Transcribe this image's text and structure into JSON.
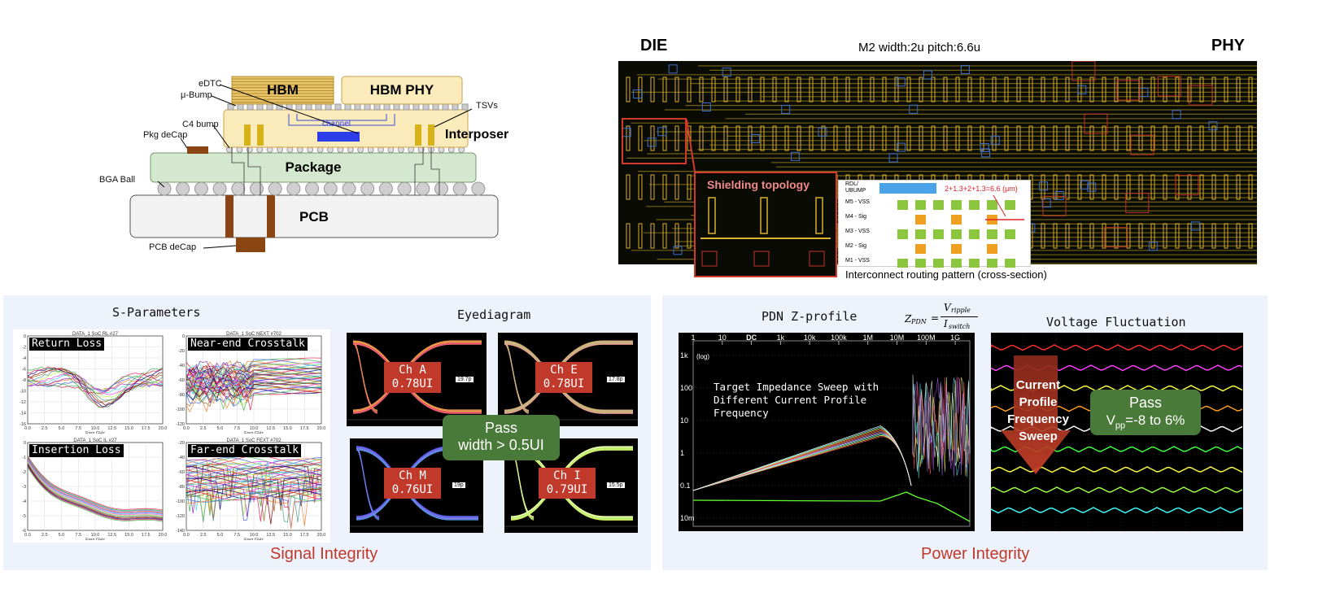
{
  "stack": {
    "hbm": "HBM",
    "hbm_phy": "HBM PHY",
    "interposer": "Interposer",
    "package": "Package",
    "pcb": "PCB",
    "channel": "channel",
    "labels": {
      "edtc": "eDTC",
      "ubump": "μ-Bump",
      "c4": "C4 bump",
      "pkg_decap": "Pkg deCap",
      "bga": "BGA Ball",
      "pcb_decap": "PCB deCap",
      "tsvs": "TSVs"
    }
  },
  "layout_view": {
    "die": "DIE",
    "phy": "PHY",
    "m2": "M2 width:2u pitch:6.6u",
    "shielding": "Shielding topology",
    "formula": "2+1.3+2+1.3=6.6 (μm)",
    "layers": [
      "RDL/ UBUMP",
      "M5 - VSS",
      "M4 - Sig",
      "M3 - VSS",
      "M2 - Sig",
      "M1 - VSS"
    ],
    "caption": "Interconnect routing pattern (cross-section)"
  },
  "si": {
    "title": "Signal Integrity",
    "sparams_title": "S-Parameters",
    "eye_title": "Eyediagram",
    "plots": [
      {
        "name": "Return Loss",
        "header": "DATA_1 SoC RL #27",
        "yticks": [
          "0",
          "-2",
          "-4",
          "-6",
          "-8",
          "-10",
          "-12",
          "-14",
          "-16"
        ]
      },
      {
        "name": "Near-end Crosstalk",
        "header": "DATA_1 SoC NEXT #702",
        "yticks": [
          "0",
          "-20",
          "-40",
          "-60",
          "-80",
          "-100",
          "-120"
        ]
      },
      {
        "name": "Insertion Loss",
        "header": "DATA_1 SoC IL #27",
        "yticks": [
          "0",
          "-1",
          "-2",
          "-3",
          "-4",
          "-5",
          "-6"
        ]
      },
      {
        "name": "Far-end Crosstalk",
        "header": "DATA_1 SoC FEXT #702",
        "yticks": [
          "-20",
          "-40",
          "-60",
          "-80",
          "-100",
          "-120",
          "-140"
        ]
      }
    ],
    "xticks": [
      "0.0",
      "2.5",
      "5.0",
      "7.5",
      "10.0",
      "12.5",
      "15.0",
      "17.5",
      "20.0"
    ],
    "xlabel": "Freq GHz",
    "eyes": [
      {
        "ch": "Ch A",
        "ui": "0.78UI",
        "w": "19.7p"
      },
      {
        "ch": "Ch E",
        "ui": "0.78UI",
        "w": "17.8p"
      },
      {
        "ch": "Ch M",
        "ui": "0.76UI",
        "w": "19p"
      },
      {
        "ch": "Ch I",
        "ui": "0.79UI",
        "w": "15.5p"
      }
    ],
    "pass_line1": "Pass",
    "pass_line2": "width > 0.5UI"
  },
  "pi": {
    "title": "Power Integrity",
    "pdn_title": "PDN Z-profile",
    "z_sym": "Z",
    "z_sub": "PDN",
    "v_num": "V",
    "v_sub": "ripple",
    "i_den": "I",
    "i_sub": "switch",
    "xticks": [
      "1",
      "10",
      "DC",
      "1k",
      "10k",
      "100k",
      "1M",
      "10M",
      "100M",
      "1G"
    ],
    "yticks": [
      "1k",
      "100",
      "10",
      "1",
      "0.1",
      "10m"
    ],
    "ylog": "(log)",
    "note": "Target Impedance Sweep with Different Current Profile Frequency",
    "vf_title": "Voltage Fluctuation",
    "arrow_text": "Current Profile Frequency Sweep",
    "pass": "Pass",
    "vpp": "V",
    "vpp_sub": "pp",
    "vpp_range": "=-8 to 6%"
  },
  "colors": {
    "accent_red": "#c0392b",
    "pass_green": "#4a7a3a",
    "panel_bg": "#eef2fb",
    "hbm_tan": "#f5d788",
    "package_green": "#d4e8cf"
  }
}
